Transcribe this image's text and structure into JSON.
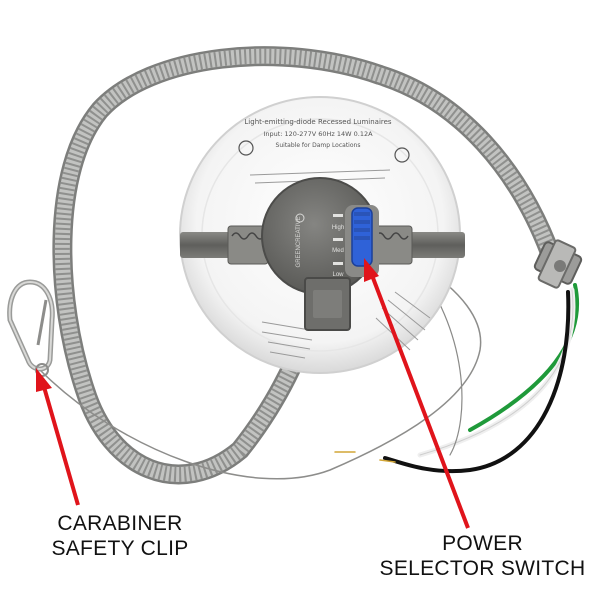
{
  "callouts": {
    "carabiner": {
      "line1": "CARABINER",
      "line2": "SAFETY CLIP"
    },
    "power": {
      "line1": "POWER",
      "line2": "SELECTOR SWITCH"
    }
  },
  "fixture_text": {
    "title": "Light-emitting-diode Recessed Luminaires",
    "rating": "Input: 120-277V 60Hz 14W  0.12A",
    "damp": "Suitable for Damp Locations",
    "brand": "GREENCREATIVE",
    "switch_high": "High",
    "switch_med": "Med",
    "switch_low": "Low"
  },
  "colors": {
    "arrow": "#e0141b",
    "switch": "#2f62d8",
    "housing": "#6e6e6b",
    "conduit": "#a9aaa8"
  }
}
